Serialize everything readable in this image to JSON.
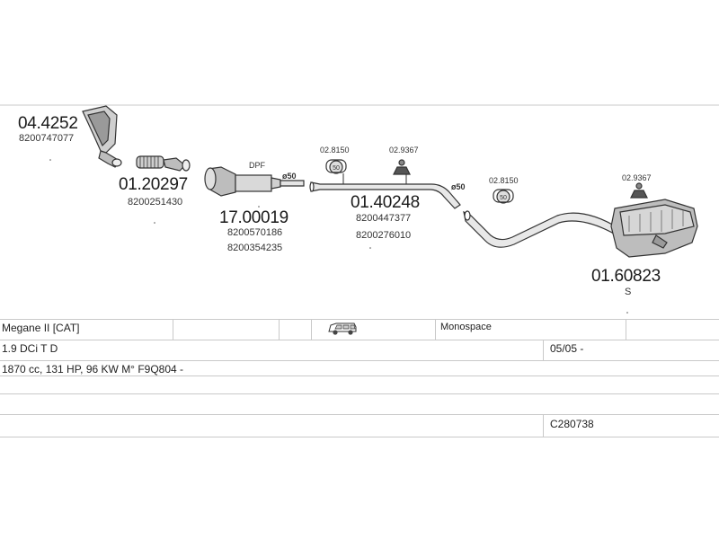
{
  "parts": {
    "p1": {
      "code": "04.4252",
      "oem": [
        "8200747077"
      ]
    },
    "p2": {
      "code": "01.20297",
      "oem": [
        "8200251430"
      ]
    },
    "p3": {
      "code": "17.00019",
      "oem": [
        "8200570186",
        "8200354235"
      ],
      "tag": "DPF"
    },
    "p4": {
      "code": "01.40248",
      "oem": [
        "8200447377",
        "8200276010"
      ]
    },
    "p5": {
      "code": "01.60823",
      "suffix": "S"
    },
    "clamps": {
      "c1": "02.8150",
      "c2": "02.9367",
      "c3": "02.8150",
      "c4": "02.9367"
    },
    "diam1": "ø50",
    "diam2": "ø50"
  },
  "table": {
    "model": "Megane II  [CAT]",
    "body_icon": "van-icon",
    "body_type": "Monospace",
    "engine": "1.9 DCi T D",
    "date": "05/05 -",
    "spec": "1870 cc, 131 HP, 96 KW M° F9Q804 -",
    "ref": "C280738"
  },
  "colors": {
    "line": "#c9c9c9",
    "part_stroke": "#333333"
  }
}
